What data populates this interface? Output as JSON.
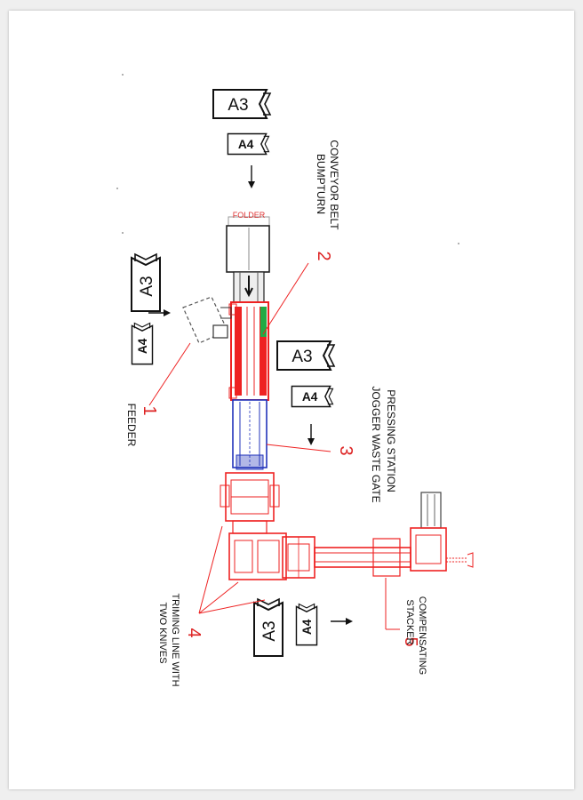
{
  "labels": {
    "conveyor_line1": "CONVEYOR BELT",
    "conveyor_line2": "BUMPTURN",
    "pressing_line1": "PRESSING STATION",
    "pressing_line2": "JOGGER  WASTE GATE",
    "trimming_line1": "TRIMING  LINE WITH",
    "trimming_line2": "TWO KNIVES",
    "stacker_line1": "COMPENSATING",
    "stacker_line2": "STACKER",
    "feeder": "FEEDER",
    "folder": "FOLDER"
  },
  "numbers": {
    "n1": "1",
    "n2": "2",
    "n3": "3",
    "n4": "4",
    "n5": "5"
  },
  "paper": {
    "a3_top": "A3",
    "a4_top": "A4",
    "a3_feeder": "A3",
    "a4_feeder": "A4",
    "a3_mid": "A3",
    "a4_mid": "A4",
    "a3_bottom": "A3",
    "a4_bottom": "A4"
  },
  "colors": {
    "line": "#ee2222",
    "number": "#dd2222",
    "jogger": "#2233bb",
    "belt_accent": "#22aa44",
    "outline": "#222222",
    "page_bg": "#efefef"
  }
}
